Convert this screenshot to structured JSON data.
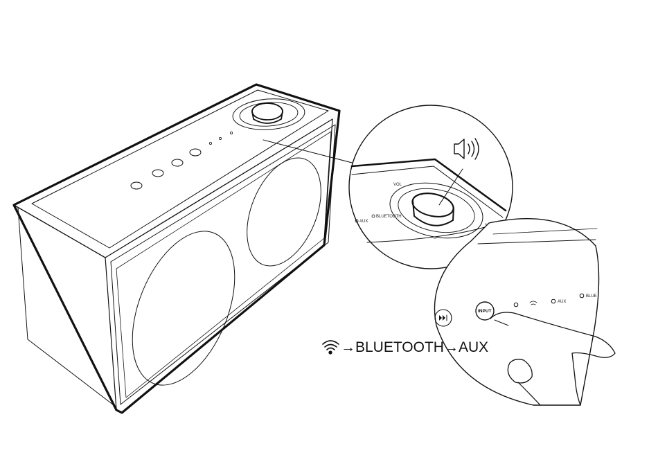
{
  "labels": {
    "vol": "VOL",
    "minus": "–",
    "plus": "+",
    "aux": "AUX",
    "bluetooth": "BLUETOOTH",
    "input_button": "INPUT",
    "bluetooth_partial": "BLUE"
  },
  "caption": {
    "arrow1": "→",
    "bluetooth": "BLUETOOTH",
    "arrow2": "→",
    "aux": "AUX"
  },
  "icons": {
    "wifi": "wifi-icon",
    "speaker": "speaker-volume-icon",
    "power": "power-icon",
    "play": "play-pause-icon",
    "input": "input-icon"
  }
}
